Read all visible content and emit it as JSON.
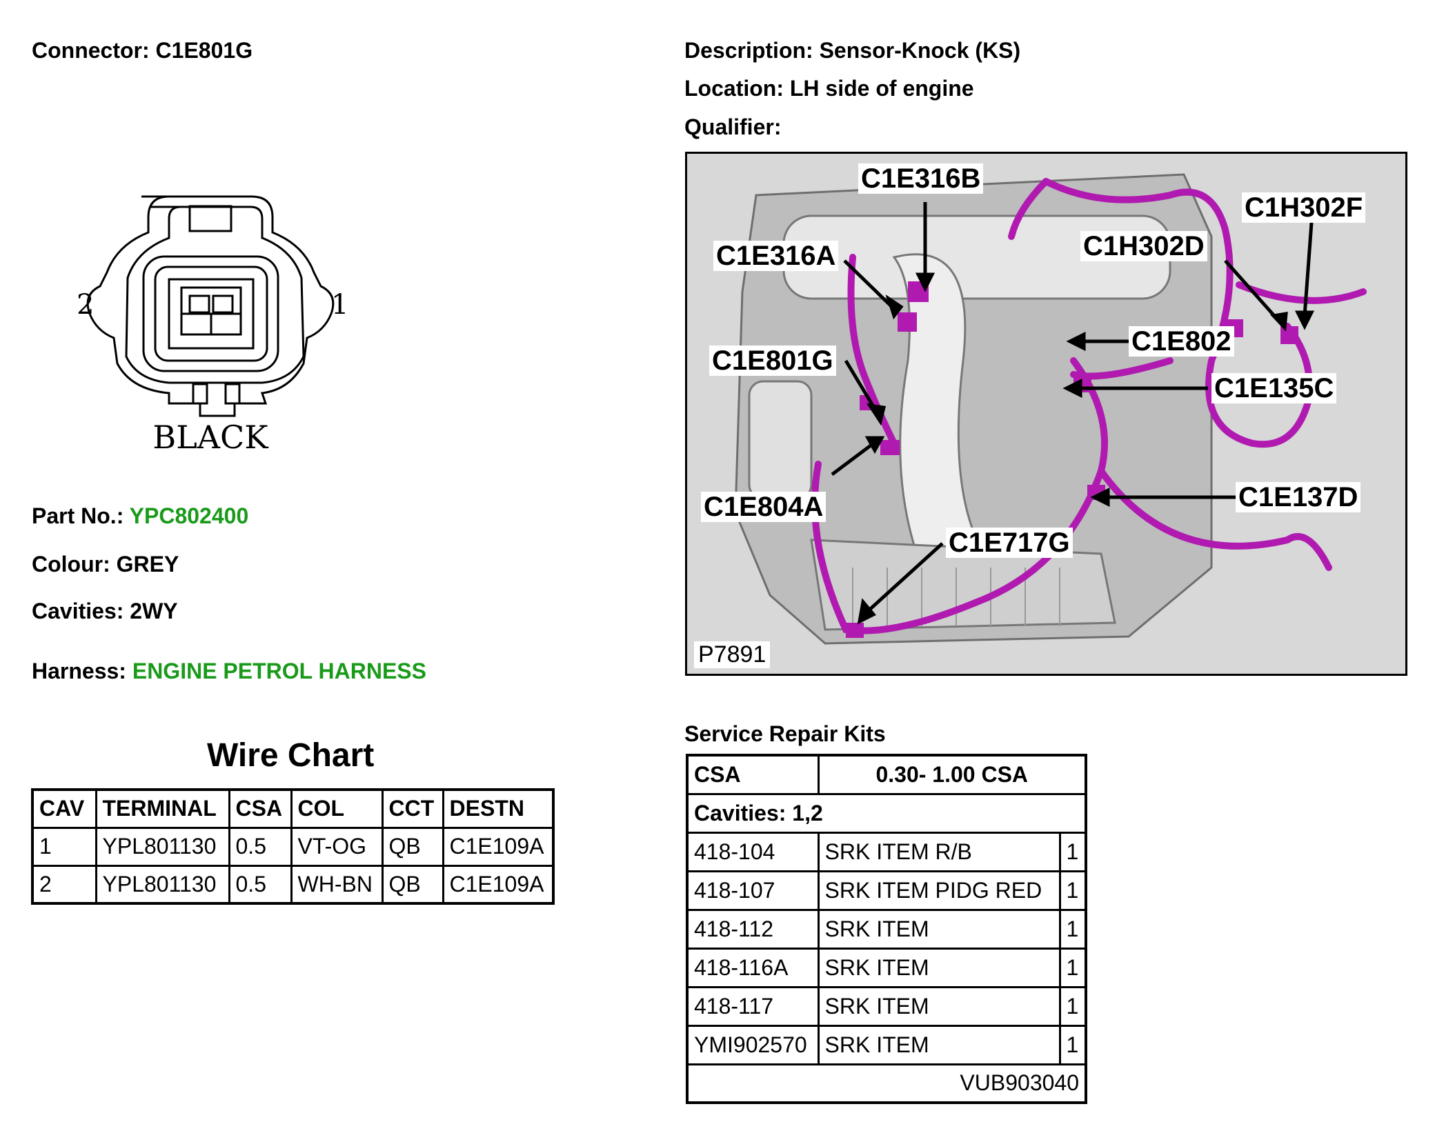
{
  "header": {
    "connector": "Connector: C1E801G",
    "description": "Description: Sensor-Knock (KS)",
    "location": "Location: LH side of engine",
    "qualifier": "Qualifier:"
  },
  "connector_drawing": {
    "pin_left": "2",
    "pin_right": "1",
    "color_label": "BLACK"
  },
  "details": {
    "part_no_label": "Part No.:",
    "part_no_value": "YPC802400",
    "colour": "Colour: GREY",
    "cavities": "Cavities: 2WY",
    "harness_label": "Harness:",
    "harness_value": "ENGINE PETROL HARNESS"
  },
  "wire_chart": {
    "title": "Wire Chart",
    "headers": [
      "CAV",
      "TERMINAL",
      "CSA",
      "COL",
      "CCT",
      "DESTN"
    ],
    "rows": [
      [
        "1",
        "YPL801130",
        "0.5",
        "VT-OG",
        "QB",
        "C1E109A"
      ],
      [
        "2",
        "YPL801130",
        "0.5",
        "WH-BN",
        "QB",
        "C1E109A"
      ]
    ]
  },
  "photo": {
    "figure_id": "P7891",
    "callouts": [
      "C1E316B",
      "C1H302F",
      "C1H302D",
      "C1E316A",
      "C1E802",
      "C1E801G",
      "C1E135C",
      "C1E137D",
      "C1E804A",
      "C1E717G"
    ]
  },
  "service_kits": {
    "title": "Service Repair Kits",
    "csa_label": "CSA",
    "csa_value": "0.30- 1.00 CSA",
    "cavities": "Cavities: 1,2",
    "items": [
      [
        "418-104",
        "SRK ITEM R/B",
        "1"
      ],
      [
        "418-107",
        "SRK ITEM PIDG RED",
        "1"
      ],
      [
        "418-112",
        "SRK ITEM",
        "1"
      ],
      [
        "418-116A",
        "SRK ITEM",
        "1"
      ],
      [
        "418-117",
        "SRK ITEM",
        "1"
      ],
      [
        "YMI902570",
        "SRK ITEM",
        "1"
      ]
    ],
    "footer": "VUB903040"
  },
  "colors": {
    "green": "#1a9a1a",
    "harness_magenta": "#b01ab0",
    "engine_grey": "#bdbdbd"
  }
}
